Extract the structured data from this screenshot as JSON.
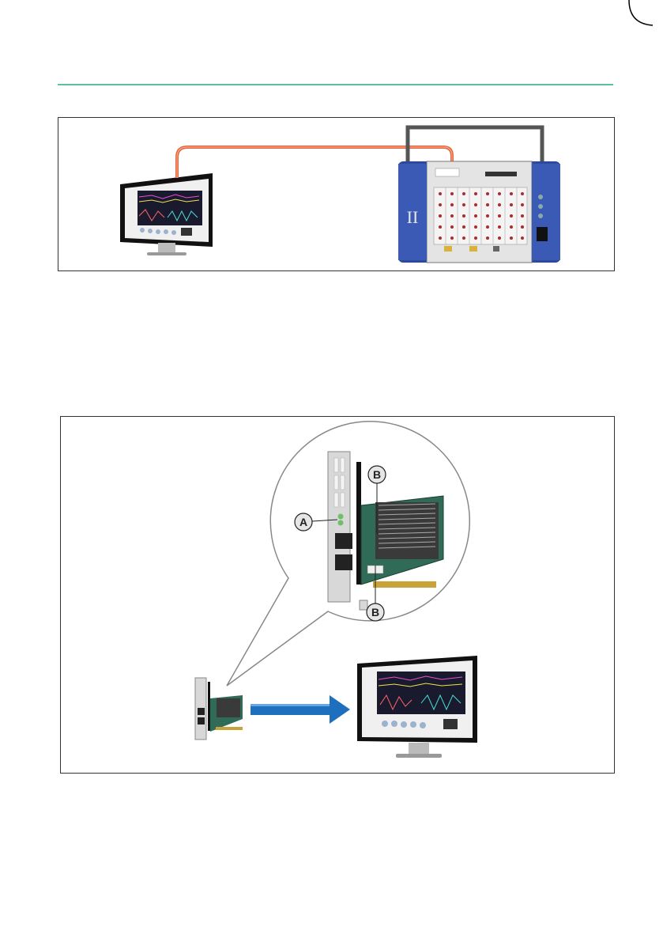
{
  "figure2": {
    "callouts": {
      "a": "A",
      "b_top": "B",
      "b_bottom": "B"
    }
  },
  "colors": {
    "rule": "#5bbfa4",
    "cable": "#e8643a",
    "arrow": "#1f6fbf",
    "chassis": "#2d4a9a"
  },
  "icons": [
    "monitor-icon",
    "data-acquisition-mainframe-icon",
    "network-card-icon",
    "arrow-right-icon"
  ]
}
